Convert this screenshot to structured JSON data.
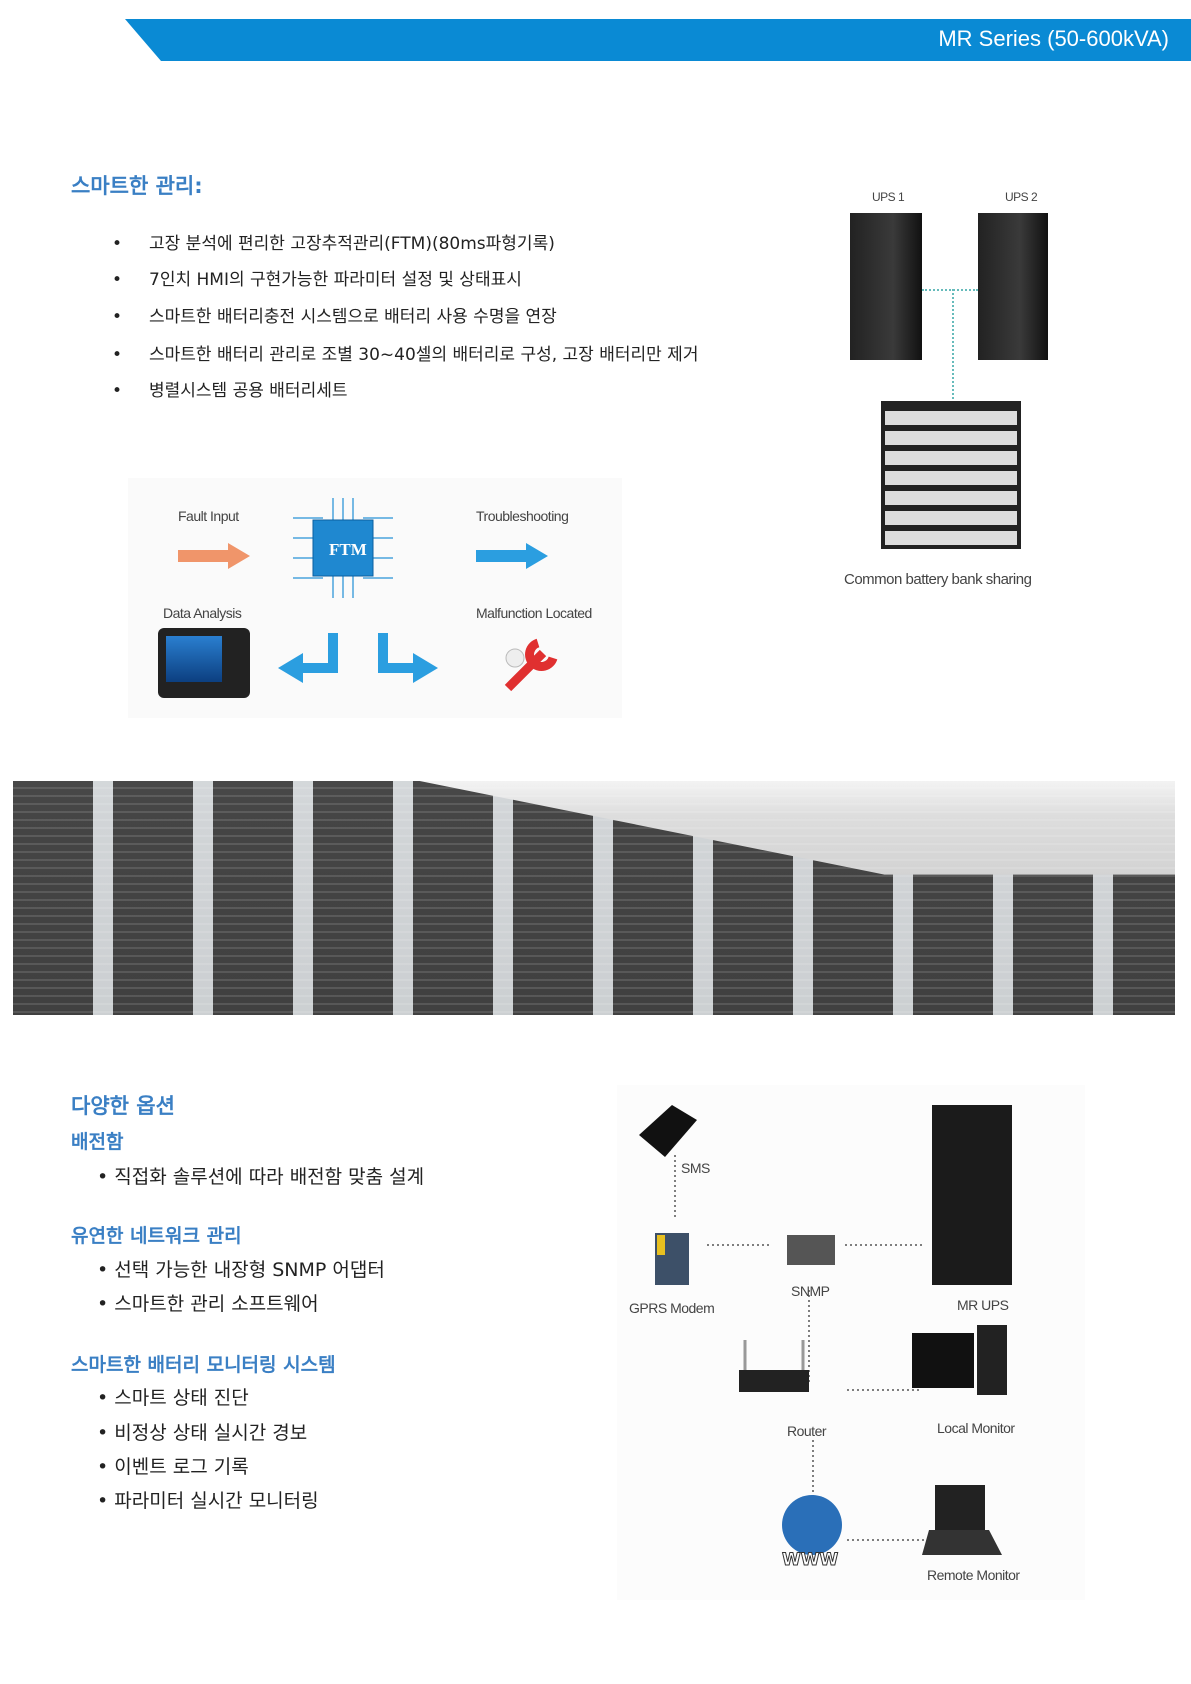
{
  "header": {
    "title": "MR Series (50-600kVA)"
  },
  "smart_management": {
    "title": "스마트한 관리:",
    "bullets": [
      "고장 분석에 편리한 고장추적관리(FTM)(80ms파형기록)",
      "7인치 HMI의 구현가능한 파라미터 설정 및 상태표시",
      "스마트한 배터리충전 시스템으로 배터리 사용 수명을 연장",
      "스마트한 배터리 관리로 조별 30~40셀의 배터리로 구성, 고장 배터리만 제거",
      "병렬시스템 공용 배터리세트"
    ]
  },
  "ups_diagram": {
    "ups1": "UPS 1",
    "ups2": "UPS 2",
    "caption": "Common battery bank sharing"
  },
  "ftm_diagram": {
    "fault_input": "Fault Input",
    "chip": "FTM",
    "troubleshooting": "Troubleshooting",
    "data_analysis": "Data Analysis",
    "malfunction": "Malfunction Located"
  },
  "options": {
    "title": "다양한 옵션",
    "sections": [
      {
        "title": "배전함",
        "items": [
          "직접화 솔루션에 따라 배전함 맞춤 설계"
        ]
      },
      {
        "title": "유연한 네트워크 관리",
        "items": [
          "선택 가능한 내장형 SNMP 어댑터",
          "스마트한 관리 소프트웨어"
        ]
      },
      {
        "title": "스마트한 배터리 모니터링 시스템",
        "items": [
          "스마트 상태 진단",
          "비정상 상태 실시간 경보",
          "이벤트 로그 기록",
          "파라미터 실시간 모니터링"
        ]
      }
    ]
  },
  "network_diagram": {
    "sms": "SMS",
    "gprs": "GPRS Modem",
    "snmp": "SNMP",
    "mr_ups": "MR UPS",
    "router": "Router",
    "local_monitor": "Local Monitor",
    "www": "WWW",
    "remote_monitor": "Remote Monitor"
  },
  "colors": {
    "accent": "#0a8ad4",
    "heading": "#3a7fc4"
  }
}
